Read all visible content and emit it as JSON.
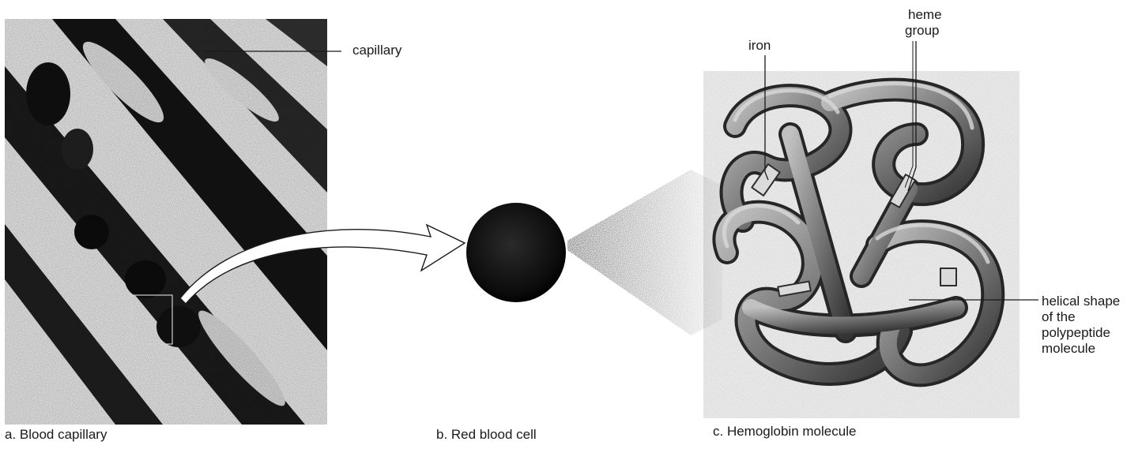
{
  "panels": {
    "a": {
      "caption": "a. Blood capillary",
      "labels": {
        "capillary": "capillary"
      }
    },
    "b": {
      "caption": "b. Red blood cell"
    },
    "c": {
      "caption": "c. Hemoglobin molecule",
      "labels": {
        "iron": "iron",
        "heme_line1": "heme",
        "heme_line2": "group",
        "helical_line1": "helical shape",
        "helical_line2": "of the",
        "helical_line3": "polypeptide",
        "helical_line4": "molecule"
      }
    }
  }
}
